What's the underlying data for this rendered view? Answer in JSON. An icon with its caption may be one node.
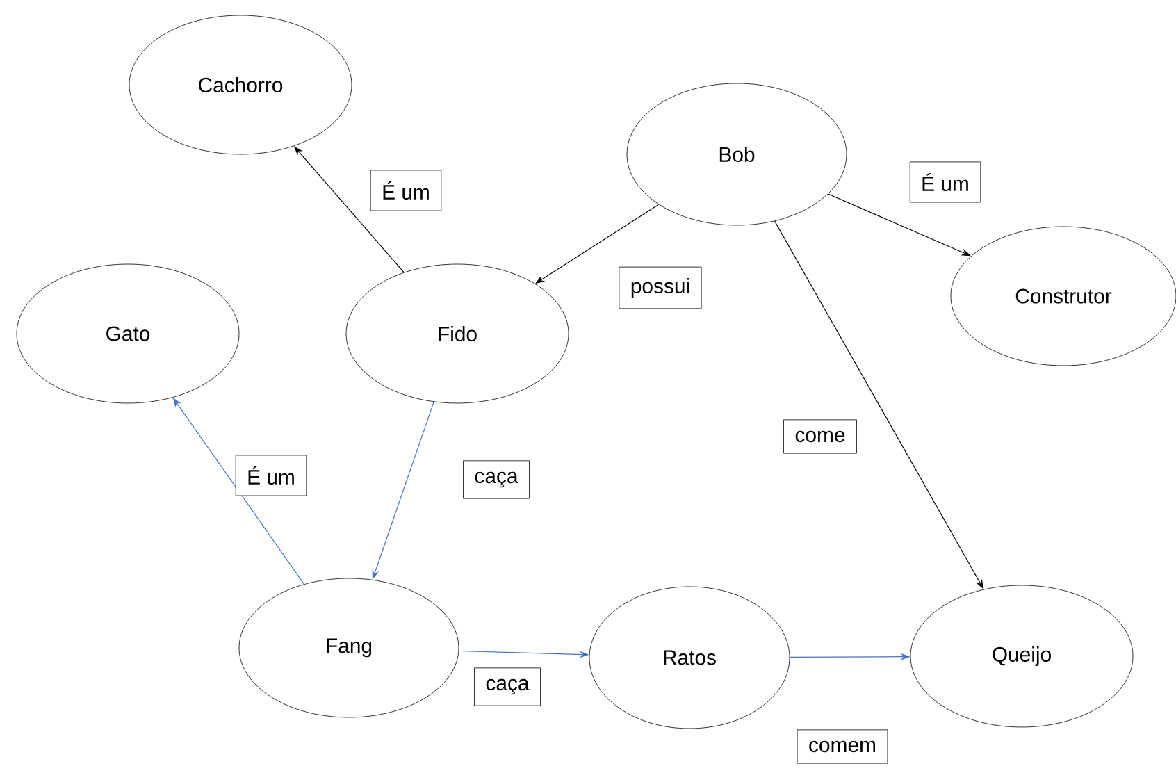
{
  "diagram": {
    "nodes": [
      {
        "text": [
          "Cachorro"
        ]
      },
      {
        "text": [
          "Bob"
        ]
      },
      {
        "text": [
          "Construtor"
        ]
      },
      {
        "text": [
          "Gato"
        ]
      },
      {
        "text": [
          "Fido"
        ]
      },
      {
        "text": [
          "Fang"
        ]
      },
      {
        "text": [
          "Ratos"
        ]
      },
      {
        "text": [
          "Queijo"
        ]
      }
    ],
    "edges": [
      {
        "from": 4,
        "to": 0,
        "arrow": "to",
        "label": "É um"
      },
      {
        "from": 1,
        "to": 4,
        "arrow": "to",
        "label": "possui"
      },
      {
        "from": 1,
        "to": 2,
        "arrow": "to",
        "label": "É um"
      },
      {
        "from": 1,
        "to": 7,
        "arrow": "to",
        "label": "come"
      },
      {
        "from": 4,
        "to": 5,
        "arrow": "to",
        "label": "caça",
        "color": "#4472c4"
      },
      {
        "from": 5,
        "to": 3,
        "arrow": "to",
        "label": "É um",
        "color": "#4472c4"
      },
      {
        "from": 5,
        "to": 6,
        "arrow": "to",
        "label": "caça",
        "color": "#4472c4"
      },
      {
        "from": 6,
        "to": 7,
        "arrow": "to",
        "label": "comem",
        "color": "#4472c4"
      }
    ]
  }
}
